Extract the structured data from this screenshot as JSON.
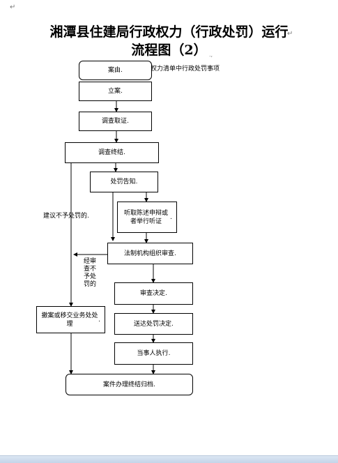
{
  "title": {
    "line1": "湘潭县住建局行政权力（行政处罚）运行",
    "line2": "流程图（2）"
  },
  "caption": "权力清单中行政处罚事项",
  "marks": {
    "para": "↵",
    "para_small": ".,",
    "box_end": "."
  },
  "boxes": {
    "anyou": "案由",
    "lian": "立案",
    "diaocha": "调查取证",
    "zhongjie": "调查终结",
    "gaozhi": "处罚告知",
    "tingqu": "听取陈述申辩或者举行听证",
    "fazhi": "法制机构组织审查",
    "shencha": "审查决定",
    "songda": "送达处罚决定",
    "zhixing": "当事人执行",
    "chexiao": "撤案或移交业务处处理",
    "guidang": "案件办理终结归档"
  },
  "labels": {
    "buyu": "建议不予处罚的",
    "vertical": [
      "经审",
      "查不",
      "予处",
      "罚的"
    ]
  }
}
